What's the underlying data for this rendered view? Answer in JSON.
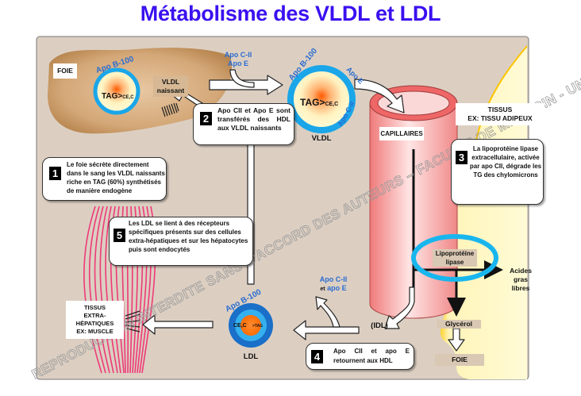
{
  "title": "Métabolisme des VLDL et LDL",
  "labels": {
    "foie": "FOIE",
    "apo_b100_liver": "Apo B-100",
    "tag_ce_c_liver": "TAG>",
    "tag_ce_c_liver_sub": "CE,C",
    "vldl_naissant_1": "VLDL",
    "vldl_naissant_2": "naissant",
    "apo_cii_top": "Apo C-II",
    "apo_e_top": "Apo E",
    "apo_b100_vldl": "Apo B-100",
    "apo_e_vldl": "Apo E",
    "apo_cii_vldl": "Apo C-II",
    "tag_ce_c_vldl": "TAG>",
    "tag_ce_c_vldl_sub": "CE,C",
    "vldl": "VLDL",
    "capillaires": "CAPILLAIRES",
    "tissus_1": "TISSUS",
    "tissus_2": "EX: TISSU ADIPEUX",
    "lipoproteine_lipase_1": "Lipoprotéine",
    "lipoproteine_lipase_2": "lipase",
    "acides_1": "Acides",
    "acides_2": "gras",
    "acides_3": "libres",
    "glycerol": "Glycérol",
    "foie_bottom": "FOIE",
    "idl": "(IDL)",
    "apo_cii_bottom": "Apo C-II",
    "et": "et",
    "apo_e_bottom": "apo E",
    "apo_b100_ldl": "Apo B-100",
    "ldl_ce_c": "CE,C",
    "ldl_tag": ">TAG",
    "ldl": "LDL",
    "tissus_extra_1": "TISSUS",
    "tissus_extra_2": "EXTRA-",
    "tissus_extra_3": "HÉPATIQUES",
    "tissus_extra_4": "EX: MUSCLE"
  },
  "steps": [
    {
      "number": "1",
      "text": "Le foie sécrète directement dans le sang les VLDL naissants riche en TAG (60%) synthétisés de manière endogène"
    },
    {
      "number": "2",
      "text": "Apo CII et Apo E sont transférés des HDL aux VLDL naissants"
    },
    {
      "number": "3",
      "text": "La lipoprotéine lipase extracellulaire, activée par apo CII, dégrade les TG des chylomicrons"
    },
    {
      "number": "4",
      "text": "Apo CII et apo E retournent aux HDL"
    },
    {
      "number": "5",
      "text": "Les LDL se lient à des récepteurs spécifiques présents sur des cellules extra-hépatiques et sur les hépatocytes  puis sont endocytés"
    }
  ],
  "watermark": "REPRODUCTION INTERDITE SANS L'ACCORD DES AUTEURS – FACULTE DE MEDECIN - UNS",
  "colors": {
    "title": "#3b10f0",
    "background_panel": "#dccfc2",
    "liver": "#c9996a",
    "apo_ring": "#1aa6e8",
    "ldl_ring": "#1a6fc8",
    "capillary": "#f39a9a",
    "adipose": "#fff6c0",
    "adipose_edge": "#ffc400",
    "muscle": "#ee3a78",
    "highlight_ring": "#19b6ee"
  }
}
